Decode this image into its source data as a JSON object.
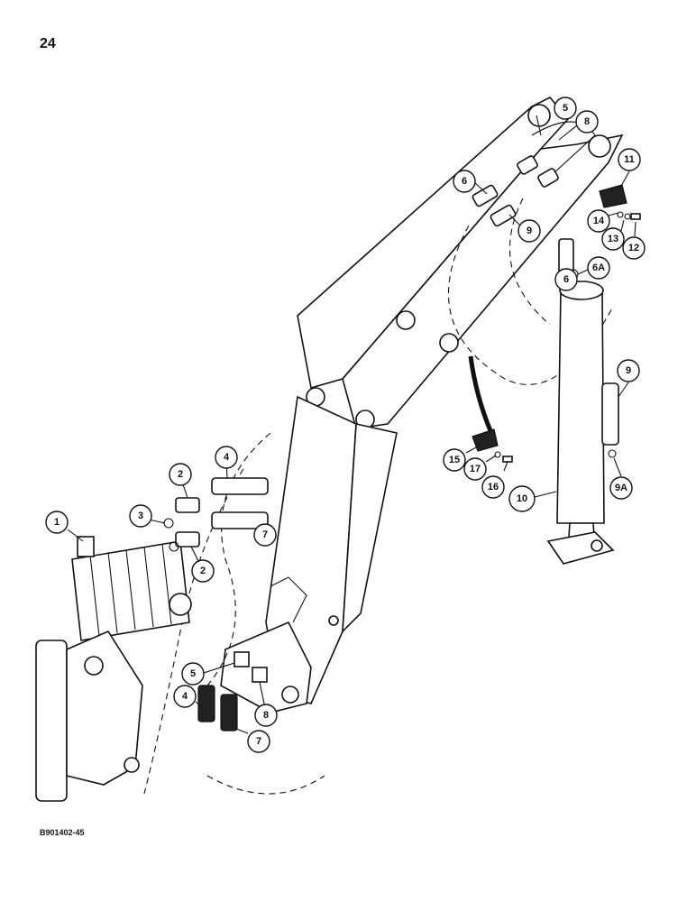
{
  "page_number": "24",
  "figure_code": "B901402-45",
  "callouts": [
    {
      "label": "1"
    },
    {
      "label": "2"
    },
    {
      "label": "3"
    },
    {
      "label": "2"
    },
    {
      "label": "4"
    },
    {
      "label": "7"
    },
    {
      "label": "5"
    },
    {
      "label": "8"
    },
    {
      "label": "6"
    },
    {
      "label": "9"
    },
    {
      "label": "11"
    },
    {
      "label": "14"
    },
    {
      "label": "13"
    },
    {
      "label": "12"
    },
    {
      "label": "6"
    },
    {
      "label": "6A"
    },
    {
      "label": "9"
    },
    {
      "label": "9A"
    },
    {
      "label": "10"
    },
    {
      "label": "15"
    },
    {
      "label": "17"
    },
    {
      "label": "16"
    },
    {
      "label": "5"
    },
    {
      "label": "4"
    },
    {
      "label": "7"
    },
    {
      "label": "8"
    }
  ]
}
